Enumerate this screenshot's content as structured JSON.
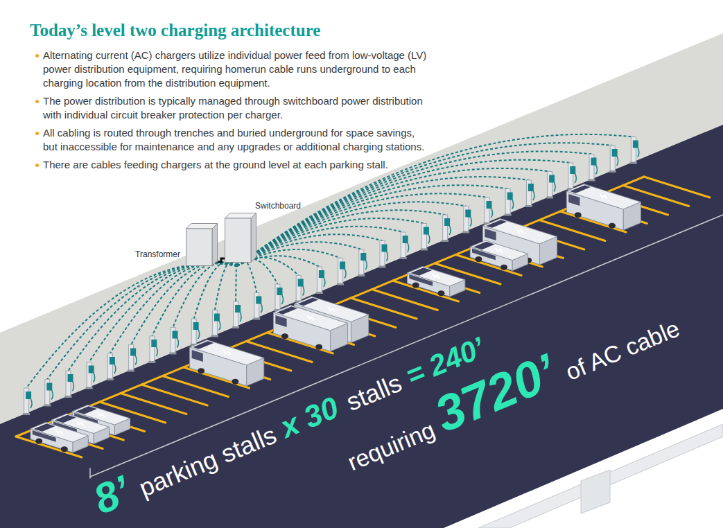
{
  "diagram": {
    "title": "Today’s level two charging architecture",
    "nodes": [
      {
        "text": [
          "Switchboard"
        ]
      },
      {
        "text": [
          "Transformer"
        ]
      }
    ],
    "edges": [
      {
        "from": 0,
        "to": 1,
        "arrow": "none"
      }
    ],
    "labels": [
      "Alternating current (AC) chargers utilize individual power feed from low-voltage (LV) power distribution equipment, requiring homerun cable runs underground to each charging location from the distribution equipment.",
      "The power distribution is typically managed through switchboard power distribution with individual circuit breaker protection per charger.",
      "All cabling is routed through trenches and buried underground for space savings, but inaccessible for maintenance and any upgrades or additional charging stations.",
      "There are cables feeding chargers at the ground level at each parking stall.",
      "8’",
      "parking stalls",
      "x 30",
      "stalls",
      "= 240’",
      "requiring",
      "3720’",
      "of AC cable"
    ]
  }
}
